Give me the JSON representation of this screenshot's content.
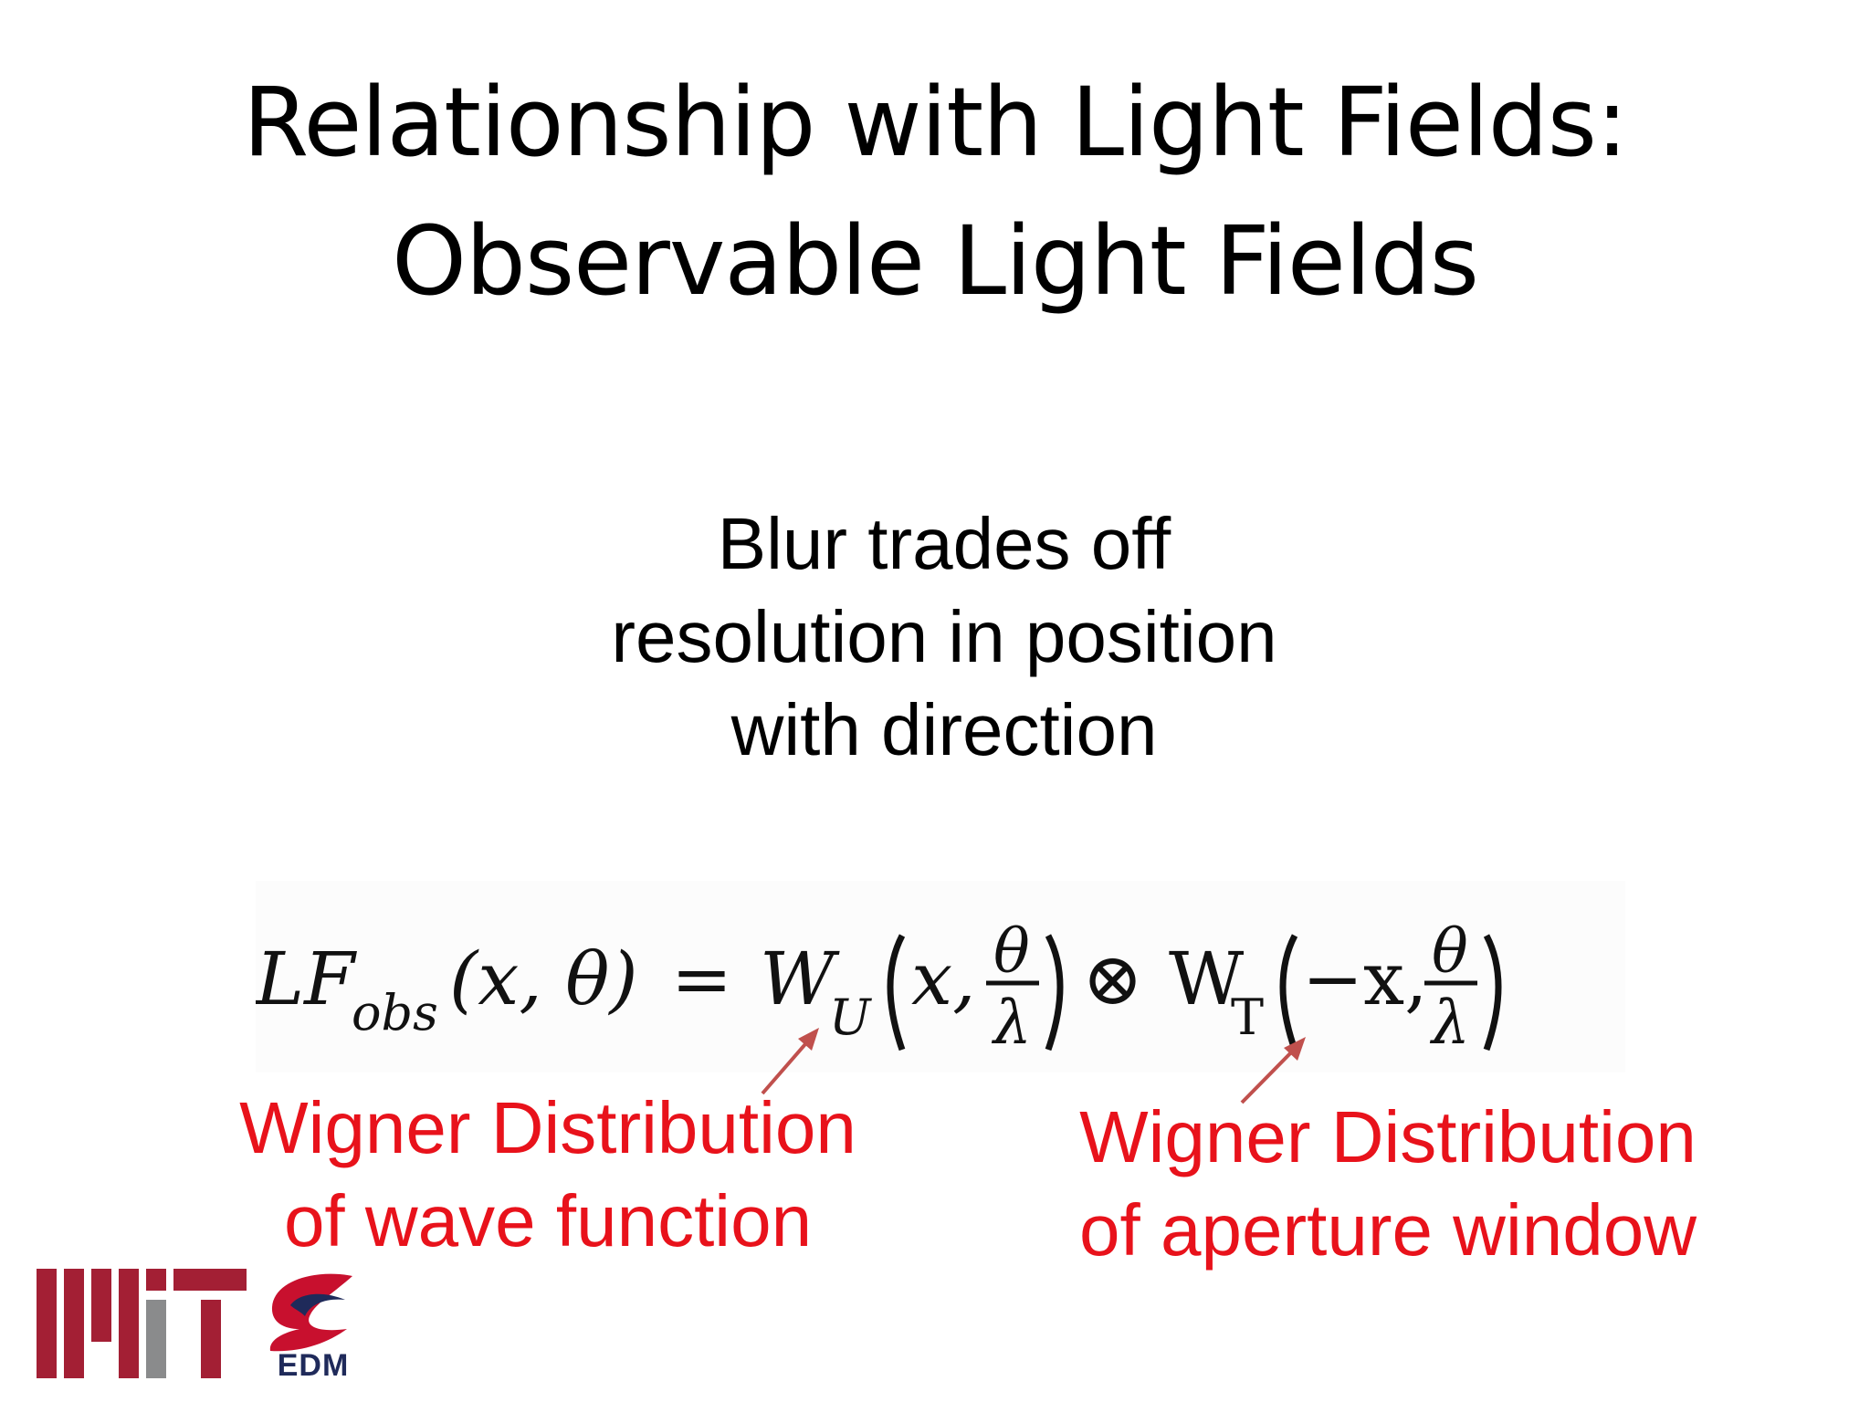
{
  "slide": {
    "title_lines": [
      "Relationship with Light Fields:",
      "Observable Light Fields"
    ],
    "body_lines": [
      "Blur trades off",
      "resolution in position",
      "with direction"
    ],
    "equation": {
      "lhs_main": "LF",
      "lhs_sub": "obs",
      "lhs_args": "(x, θ)",
      "equals": "=",
      "w1": "W",
      "w1_sub": "U",
      "w1_args_x": "x,",
      "w1_frac_num": "θ",
      "w1_frac_den": "λ",
      "op": "⊗",
      "w2": "W",
      "w2_sub": "T",
      "w2_args_x": "−x,",
      "w2_frac_num": "θ",
      "w2_frac_den": "λ"
    },
    "annotations": [
      {
        "lines": [
          "Wigner Distribution",
          "of wave function"
        ]
      },
      {
        "lines": [
          "Wigner Distribution",
          "of aperture window"
        ]
      }
    ],
    "logos": {
      "mit": "MIT",
      "edm": "EDM"
    },
    "colors": {
      "annotation": "#e8121b",
      "arrow": "#c0504d",
      "mit_red": "#a31f34",
      "mit_gray": "#8a8b8c"
    }
  }
}
